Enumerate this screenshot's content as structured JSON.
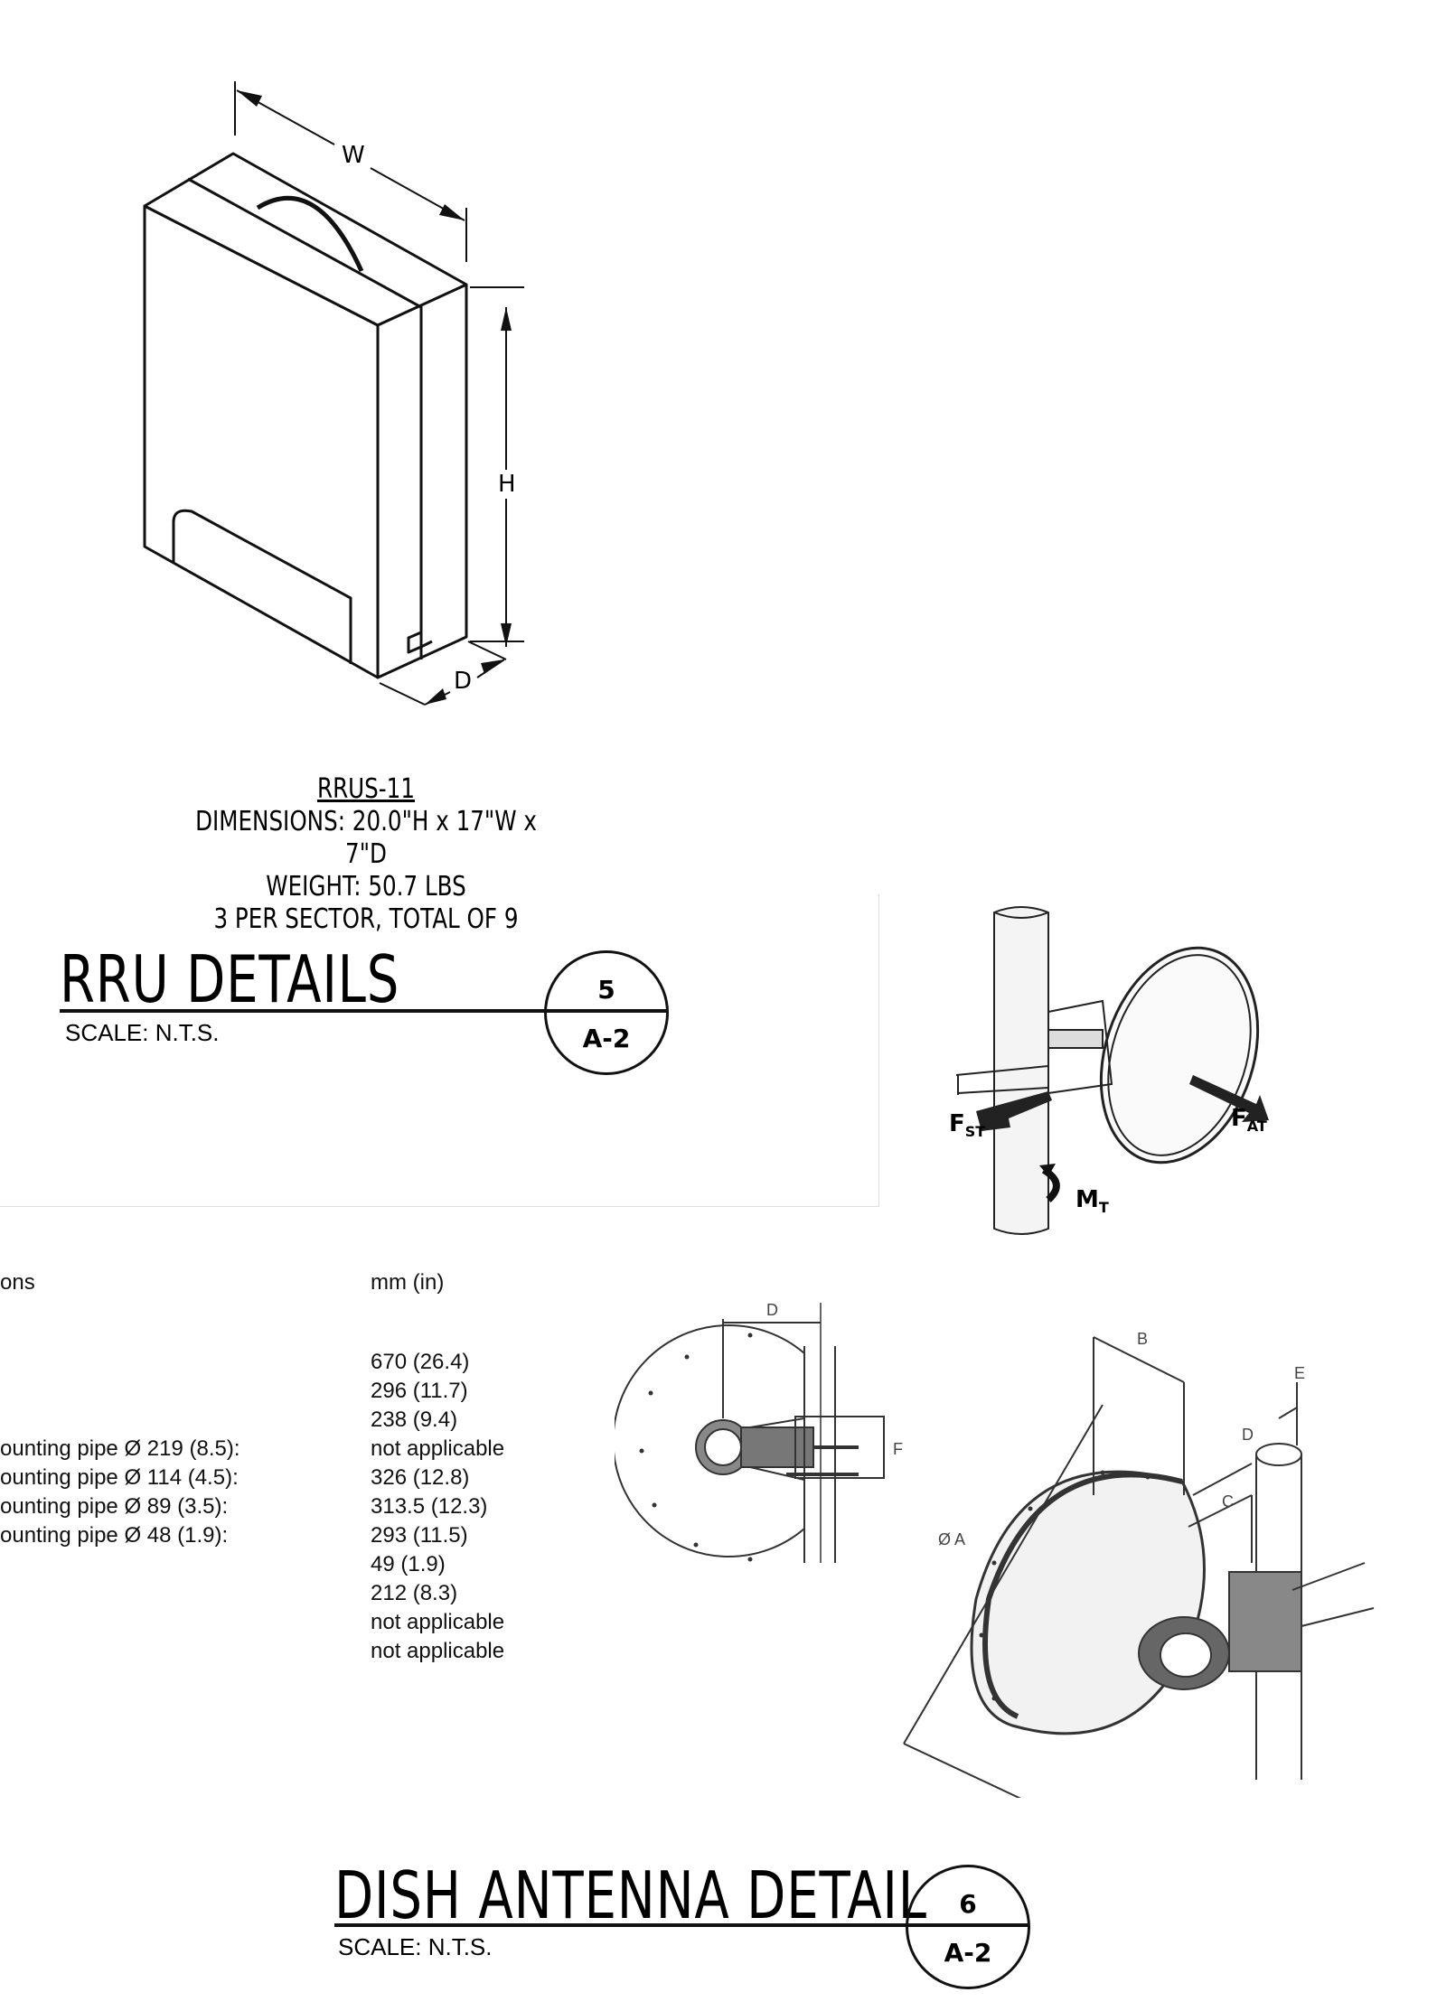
{
  "rru": {
    "dim_w": "W",
    "dim_h": "H",
    "dim_d": "D",
    "model": "RRUS-11",
    "dimensions": "DIMENSIONS: 20.0\"H x 17\"W x 7\"D",
    "weight": "WEIGHT: 50.7 LBS",
    "quantity": "3 PER SECTOR, TOTAL OF 9",
    "title": "RRU DETAILS",
    "scale": "SCALE: N.T.S.",
    "bubble_number": "5",
    "bubble_sheet": "A-2"
  },
  "loads": {
    "f_st": "F",
    "f_st_sub": "ST",
    "f_at": "F",
    "f_at_sub": "AT",
    "m_t": "M",
    "m_t_sub": "T"
  },
  "table": {
    "header_left": "ons",
    "header_right": "mm (in)",
    "left_rows": [
      "",
      "",
      "",
      "ounting pipe Ø 219 (8.5):",
      "ounting pipe Ø 114 (4.5):",
      "ounting pipe Ø 89 (3.5):",
      "ounting pipe Ø 48 (1.9):"
    ],
    "right_rows": [
      "670 (26.4)",
      "296 (11.7)",
      "238 (9.4)",
      "not applicable",
      "326 (12.8)",
      "313.5 (12.3)",
      "293 (11.5)",
      "49 (1.9)",
      "212 (8.3)",
      "not applicable",
      "not applicable"
    ]
  },
  "side_view": {
    "dim_d": "D",
    "dim_f": "F"
  },
  "iso_view": {
    "dim_b": "B",
    "dim_e": "E",
    "dim_d": "D",
    "dim_c": "C",
    "dim_a": "Ø A"
  },
  "dish": {
    "title": "DISH ANTENNA DETAIL",
    "scale": "SCALE: N.T.S.",
    "bubble_number": "6",
    "bubble_sheet": "A-2"
  }
}
